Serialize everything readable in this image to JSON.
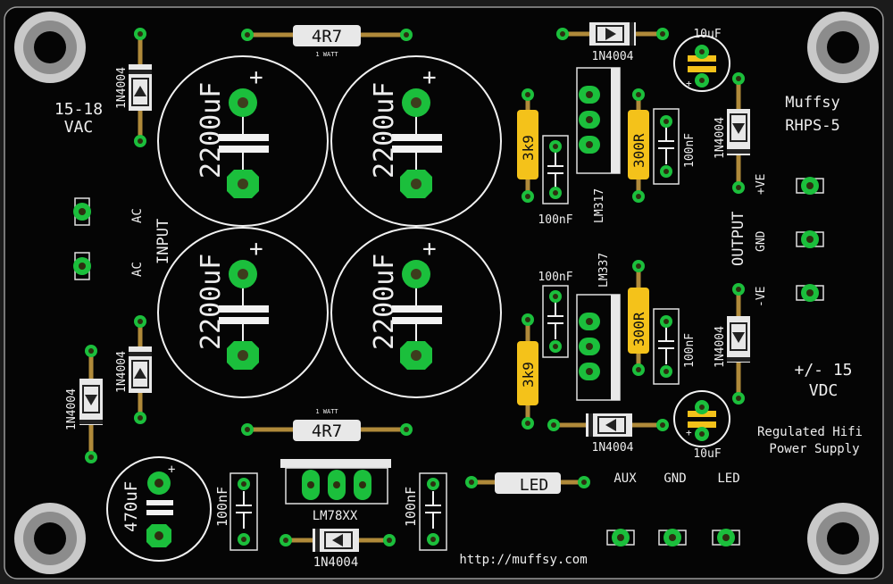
{
  "title": {
    "line1": "Muffsy",
    "line2": "RHPS-5"
  },
  "input": {
    "voltage_line1": "15-18",
    "voltage_line2": "VAC",
    "label": "INPUT",
    "ac1": "AC",
    "ac2": "AC"
  },
  "output": {
    "label": "OUTPUT",
    "pos": "+VE",
    "gnd": "GND",
    "neg": "-VE",
    "voltage_line1": "+/- 15",
    "voltage_line2": "VDC"
  },
  "description": {
    "line1": "Regulated Hifi",
    "line2": "Power Supply"
  },
  "header_labels": {
    "aux": "AUX",
    "gnd": "GND",
    "led": "LED"
  },
  "url": "http://muffsy.com",
  "components": {
    "big_caps": [
      "2200uF",
      "2200uF",
      "2200uF",
      "2200uF"
    ],
    "cap_plus": "+",
    "resistor_top": "4R7",
    "resistor_top_note": "1 WATT",
    "resistor_bottom": "4R7",
    "resistor_bottom_note": "1 WATT",
    "diode": "1N4004",
    "cap_10uf_top": "10uF",
    "cap_10uf_bottom": "10uF",
    "reg_pos": "LM317",
    "reg_neg": "LM337",
    "reg_small": "LM78XX",
    "res_3k9_top": "3k9",
    "res_3k9_bottom": "3k9",
    "res_300_top": "300R",
    "res_300_bottom": "300R",
    "cap_100nf": "100nF",
    "cap_470uf": "470uF",
    "led": "LED"
  }
}
